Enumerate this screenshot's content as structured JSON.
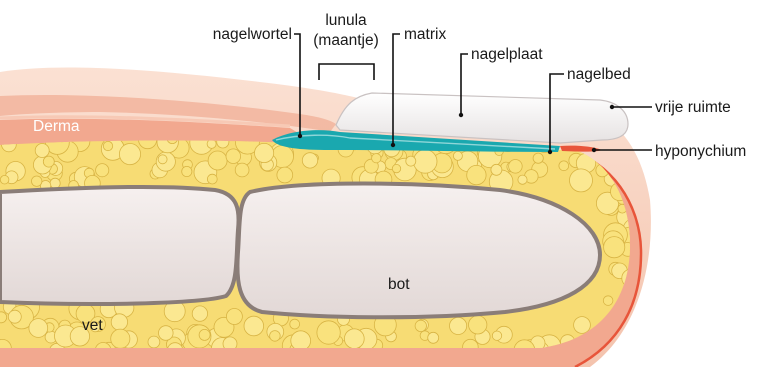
{
  "labels": {
    "nagelwortel": "nagelwortel",
    "lunula_1": "lunula",
    "lunula_2": "(maantje)",
    "matrix": "matrix",
    "nagelplaat": "nagelplaat",
    "nagelbed": "nagelbed",
    "vrije_ruimte": "vrije ruimte",
    "hyponychium": "hyponychium",
    "derma": "Derma",
    "bot": "bot",
    "vet": "vet"
  },
  "colors": {
    "skin_outer": "#f6cdb8",
    "skin_fold": "#f3bda6",
    "dermis": "#f2a68c",
    "dermis_line": "#e8553a",
    "fat": "#f8e07a",
    "fat_cell_stroke": "#d9b64a",
    "bone_fill": "#ece4e2",
    "bone_stroke": "#8a7d78",
    "matrix": "#19a9b0",
    "nail_plate": "#f3f1f1"
  }
}
